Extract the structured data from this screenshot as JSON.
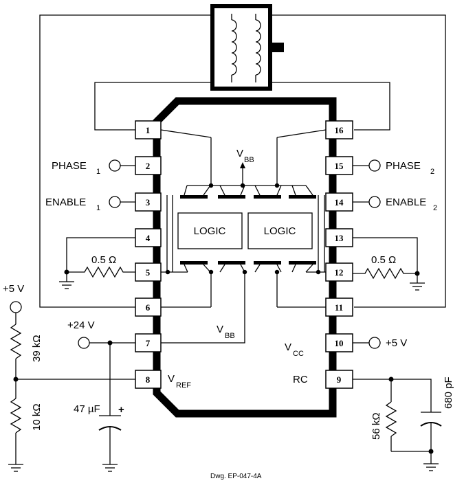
{
  "chip": {
    "pins_left": [
      "1",
      "2",
      "3",
      "4",
      "5",
      "6",
      "7",
      "8"
    ],
    "pins_right": [
      "16",
      "15",
      "14",
      "13",
      "12",
      "11",
      "10",
      "9"
    ],
    "logic_left": "LOGIC",
    "logic_right": "LOGIC",
    "vbb_top": "V",
    "vbb_top_sub": "BB",
    "vbb_mid": "V",
    "vbb_mid_sub": "BB",
    "vcc": "V",
    "vcc_sub": "CC",
    "vref": "V",
    "vref_sub": "REF",
    "rc": "RC"
  },
  "signals": {
    "phase1": "PHASE",
    "phase1_sub": "1",
    "enable1": "ENABLE",
    "enable1_sub": "1",
    "phase2": "PHASE",
    "phase2_sub": "2",
    "enable2": "ENABLE",
    "enable2_sub": "2"
  },
  "components": {
    "r_sense_left": "0.5 Ω",
    "r_sense_right": "0.5 Ω",
    "supply_5v_left": "+5 V",
    "r_39k": "39 kΩ",
    "r_10k": "10 kΩ",
    "supply_24v": "+24 V",
    "cap_47u": "47 µF",
    "cap_plus": "+",
    "supply_5v_right": "+5 V",
    "r_56k": "56 kΩ",
    "cap_680p": "680 pF"
  },
  "caption": "Dwg. EP-047-4A"
}
